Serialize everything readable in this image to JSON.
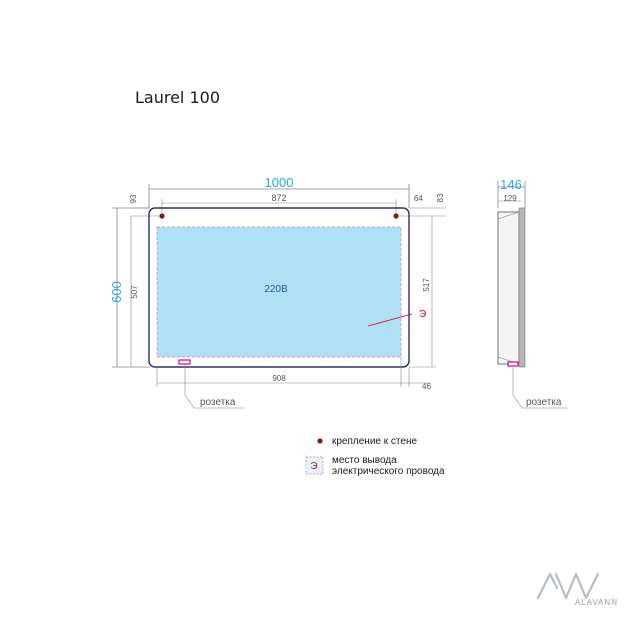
{
  "title": "Laurel 100",
  "front": {
    "width_total": "1000",
    "width_mounts": "872",
    "height_total": "600",
    "height_inner": "507",
    "height_right": "517",
    "top_left_offset": "93",
    "top_right_offset_a": "64",
    "top_right_offset_b": "83",
    "bottom_width": "908",
    "bottom_right_offset": "46",
    "voltage": "220В",
    "outlet_marker": "Э",
    "socket_label": "розетка"
  },
  "side": {
    "depth_total": "146",
    "depth_inner": "129",
    "socket_label": "розетка"
  },
  "legend": {
    "mount_label": "крепление к стене",
    "outlet_marker": "Э",
    "outlet_line1": "место вывода",
    "outlet_line2": "электрического провода"
  },
  "colors": {
    "panel": "#aee0f6",
    "outline": "#2b2f6b",
    "dimension_main": "#2aa8d8",
    "mount_dot": "#8b1a1a",
    "outlet": "#d6008c",
    "wire": "#e0002a"
  },
  "brand": {
    "logo": "AVV",
    "name": "ALAVANN"
  }
}
